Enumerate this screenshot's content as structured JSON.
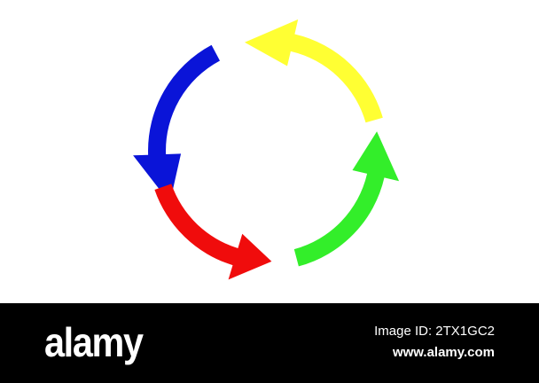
{
  "diagram": {
    "type": "cycle",
    "arrows": [
      {
        "name": "yellow-arrow",
        "color": "#ffff33"
      },
      {
        "name": "blue-arrow",
        "color": "#0a14d8"
      },
      {
        "name": "red-arrow",
        "color": "#f00c0c"
      },
      {
        "name": "green-arrow",
        "color": "#33ee2a"
      }
    ]
  },
  "watermark": {
    "logo": "alamy",
    "image_id": "Image ID: 2TX1GC2",
    "site": "www.alamy.com"
  },
  "colors": {
    "background": "#ffffff",
    "footer": "#000000",
    "footer_text": "#ffffff"
  }
}
